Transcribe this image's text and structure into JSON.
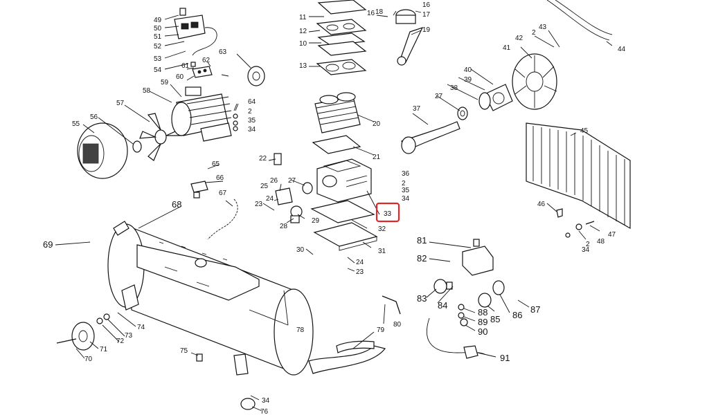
{
  "diagram": {
    "highlight_color": "#e0252b",
    "highlighted_label": "33",
    "labels": {
      "l11": "11",
      "l12": "12",
      "l10": "10",
      "l13": "13",
      "l16": "16",
      "l17": "17",
      "l18": "18",
      "l19": "19",
      "l20": "20",
      "l21": "21",
      "l22": "22",
      "l23": "23",
      "l24": "24",
      "l25": "25",
      "l26": "26",
      "l27": "27",
      "l28": "28",
      "l29": "29",
      "l30": "30",
      "l31": "31",
      "l32": "32",
      "l33": "33",
      "l34": "34",
      "l35": "35",
      "l36": "36",
      "l37": "37",
      "l38": "38",
      "l39": "39",
      "l40": "40",
      "l41": "41",
      "l42": "42",
      "l43": "43",
      "l44": "44",
      "l45": "45",
      "l46": "46",
      "l47": "47",
      "l48": "48",
      "l49": "49",
      "l50": "50",
      "l51": "51",
      "l52": "52",
      "l53": "53",
      "l54": "54",
      "l55": "55",
      "l56": "56",
      "l57": "57",
      "l58": "58",
      "l59": "59",
      "l60": "60",
      "l61": "61",
      "l62": "62",
      "l63": "63",
      "l64": "64",
      "l65": "65",
      "l66": "66",
      "l67": "67",
      "l68": "68",
      "l69": "69",
      "l70": "70",
      "l71": "71",
      "l72": "72",
      "l73": "73",
      "l74": "74",
      "l75": "75",
      "l76": "76",
      "l78": "78",
      "l79": "79",
      "l80": "80",
      "l81": "81",
      "l82": "82",
      "l83": "83",
      "l84": "84",
      "l85": "85",
      "l86": "86",
      "l87": "87",
      "l88": "88",
      "l89": "89",
      "l90": "90",
      "l91": "91",
      "l2": "2"
    }
  }
}
